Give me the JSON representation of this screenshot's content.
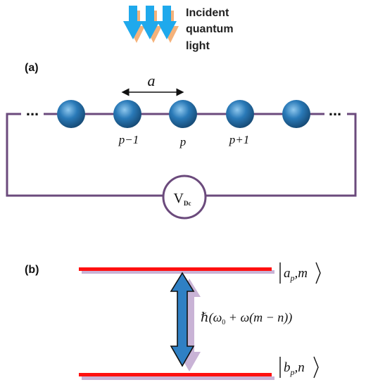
{
  "incident": {
    "lines": [
      "Incident",
      "quantum",
      "light"
    ]
  },
  "panel_a": {
    "label": "(a)",
    "spacing_label": "a",
    "ellipsis_left": "...",
    "ellipsis_right": "...",
    "site_labels": [
      "p−1",
      "p",
      "p+1"
    ],
    "voltmeter": {
      "main": "V",
      "sub": "Dc"
    }
  },
  "panel_b": {
    "label": "(b)",
    "upper_state": {
      "sym": "a",
      "sub": "p",
      "rest": ",m"
    },
    "lower_state": {
      "sym": "b",
      "sub": "p",
      "rest": ",n"
    },
    "energy": {
      "hbar": "ℏ",
      "pre": "(ω",
      "sub": "0",
      "post": " + ω(m − n))"
    }
  },
  "colors": {
    "atom": "#2a7ab8",
    "atom_highlight": "#8fc8ee",
    "circuit": "#6b4a7c",
    "level": "#ff1010",
    "level_shadow": "#c9b3d6",
    "transition_arrow": "#2f80c4",
    "incident_front": "#1fa9ec",
    "incident_back": "#f5b27a"
  }
}
